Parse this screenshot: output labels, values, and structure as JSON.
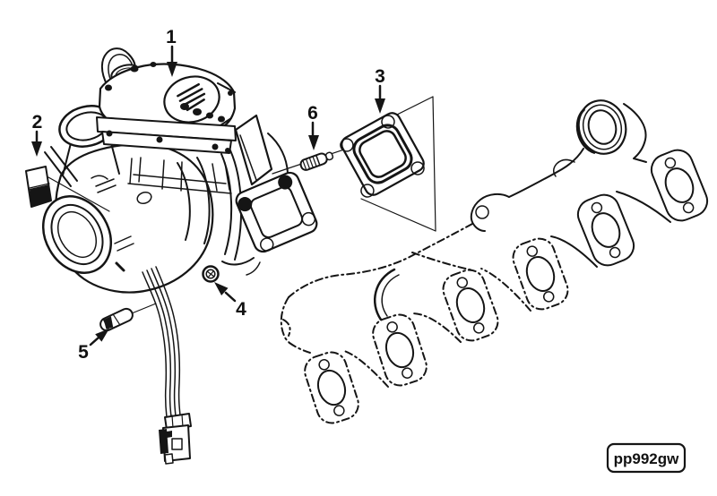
{
  "diagram": {
    "background_color": "#ffffff",
    "line_color": "#151515",
    "figure_code": "pp992gw",
    "callouts": [
      {
        "label": "1",
        "points_to": "turbocharger-assembly"
      },
      {
        "label": "2",
        "points_to": "identification-tag"
      },
      {
        "label": "3",
        "points_to": "mounting-gasket"
      },
      {
        "label": "4",
        "points_to": "threaded-plug"
      },
      {
        "label": "5",
        "points_to": "fitting"
      },
      {
        "label": "6",
        "points_to": "mounting-stud"
      }
    ]
  }
}
